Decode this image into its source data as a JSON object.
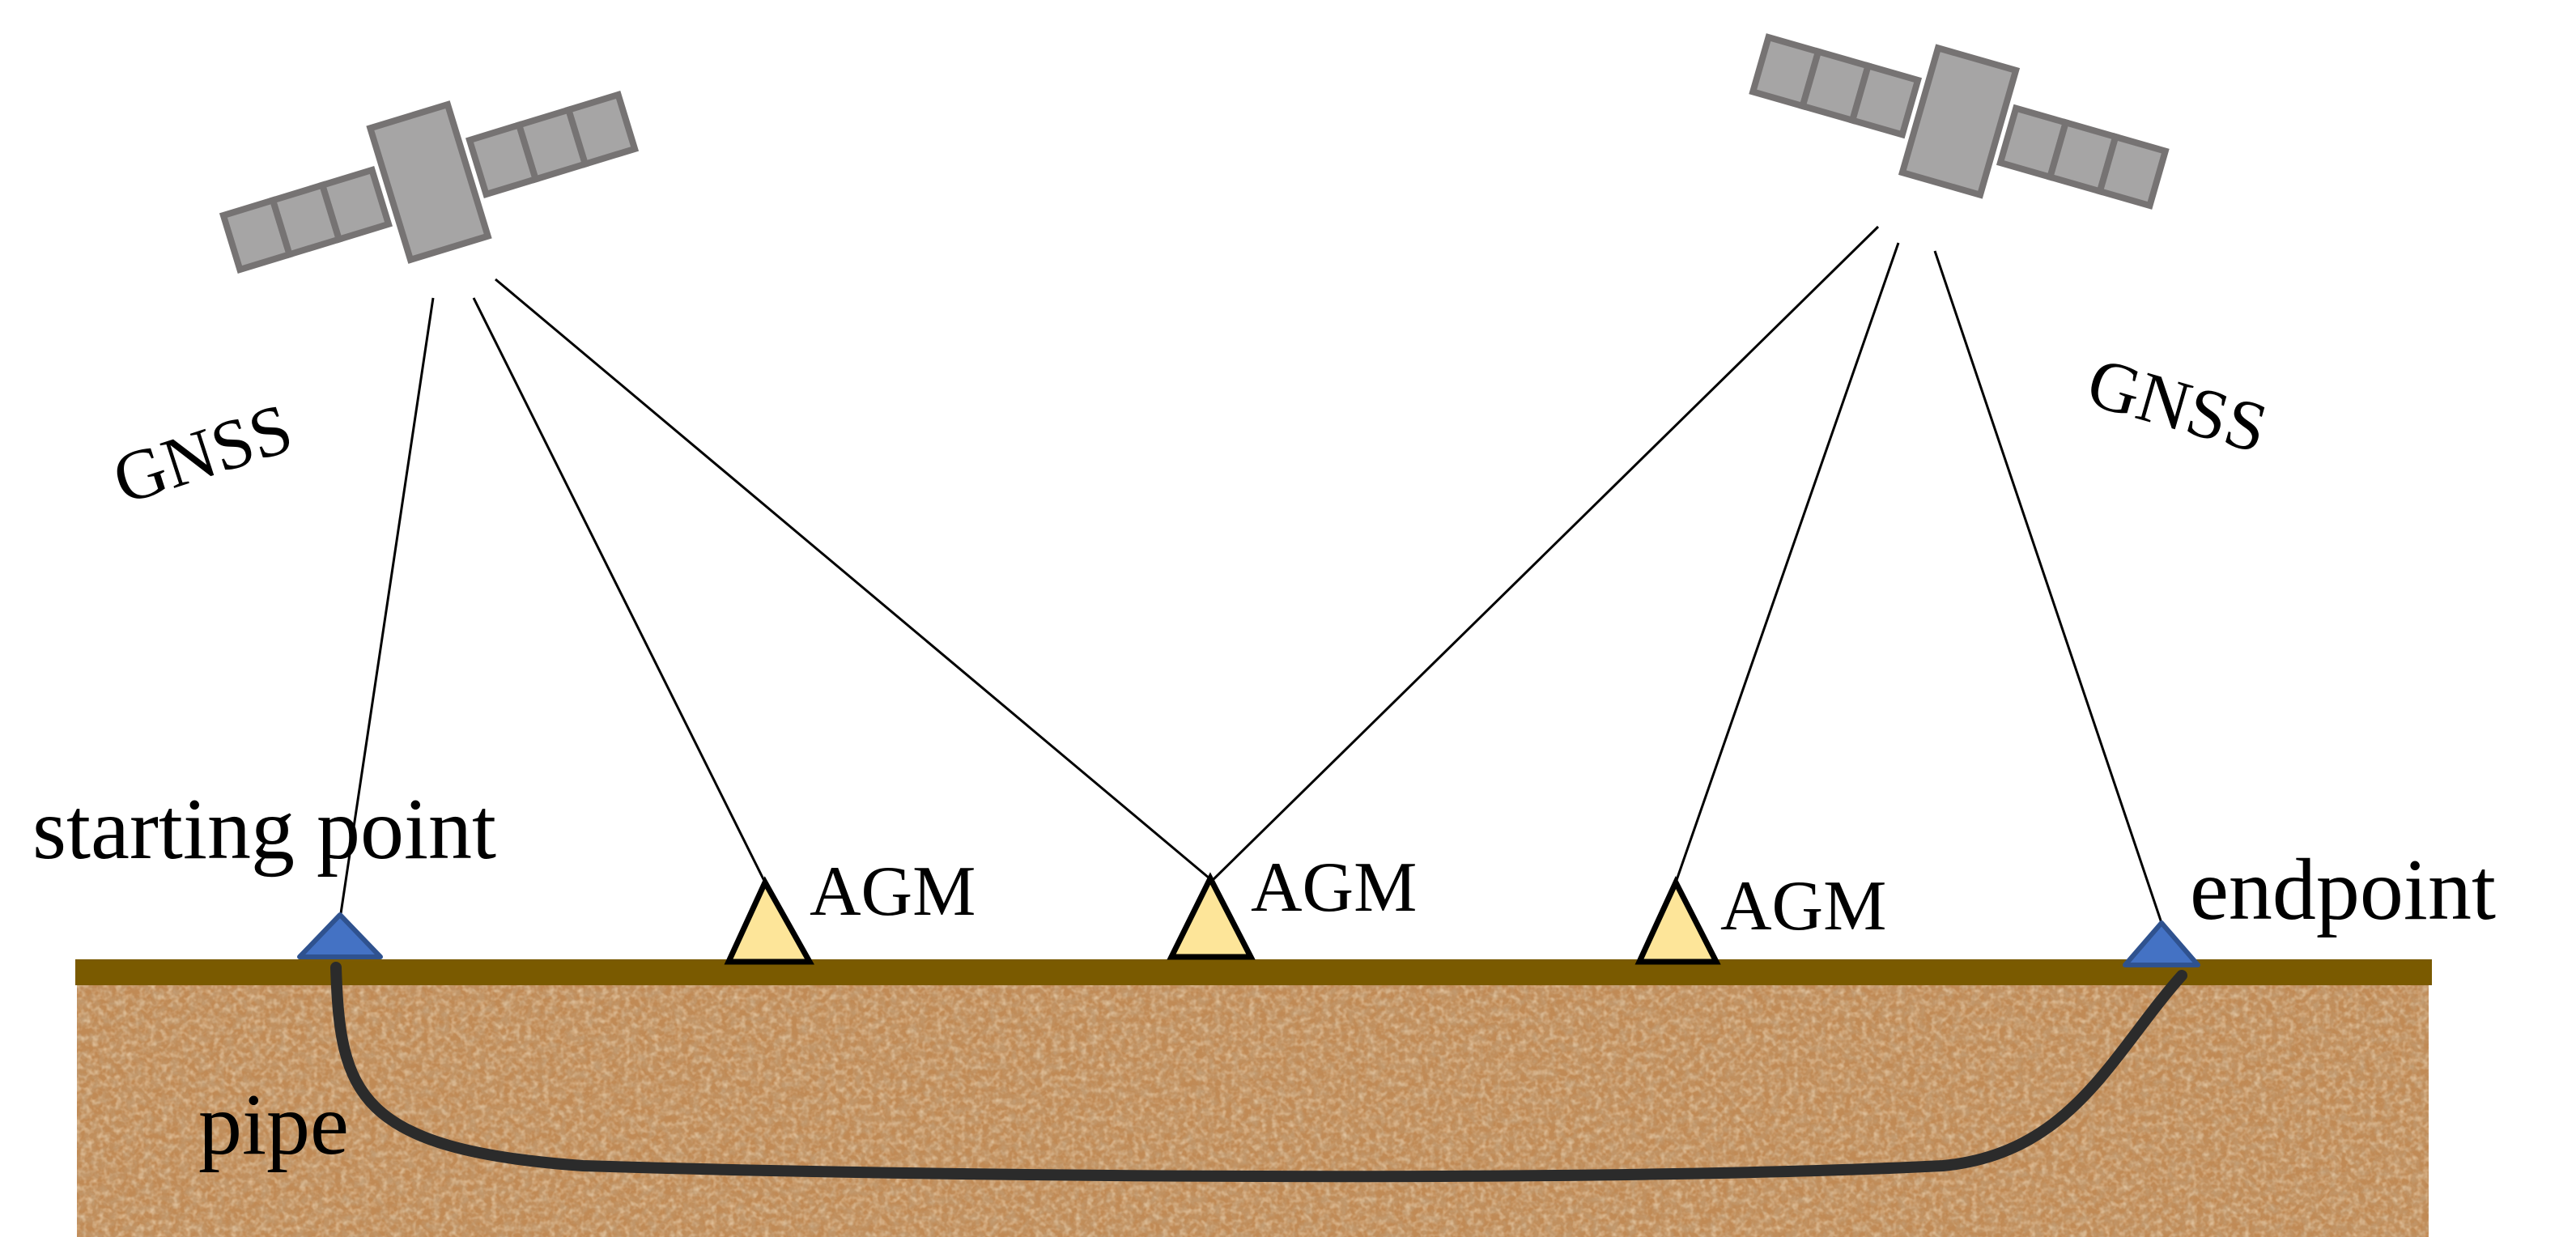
{
  "labels": {
    "gnss_left": "GNSS",
    "gnss_right": "GNSS",
    "starting_point": "starting point",
    "endpoint": "endpoint",
    "pipe": "pipe",
    "agm_1": "AGM",
    "agm_2": "AGM",
    "agm_3": "AGM"
  },
  "colors": {
    "satellite_fill": "#a6a5a5",
    "satellite_stroke": "#767373",
    "ground_surface": "#7a5a00",
    "soil": "#c08a55",
    "soil_dark": "#8a5a30",
    "pipe": "#2b2b2b",
    "agm_fill": "#fde599",
    "endpoint_marker_fill": "#4472c4",
    "endpoint_marker_stroke": "#2f528f",
    "signal_line": "#000000"
  },
  "icons": {
    "satellite": "satellite-icon",
    "agm_marker": "triangle-marker-icon",
    "endpoint_marker": "triangle-marker-icon"
  }
}
